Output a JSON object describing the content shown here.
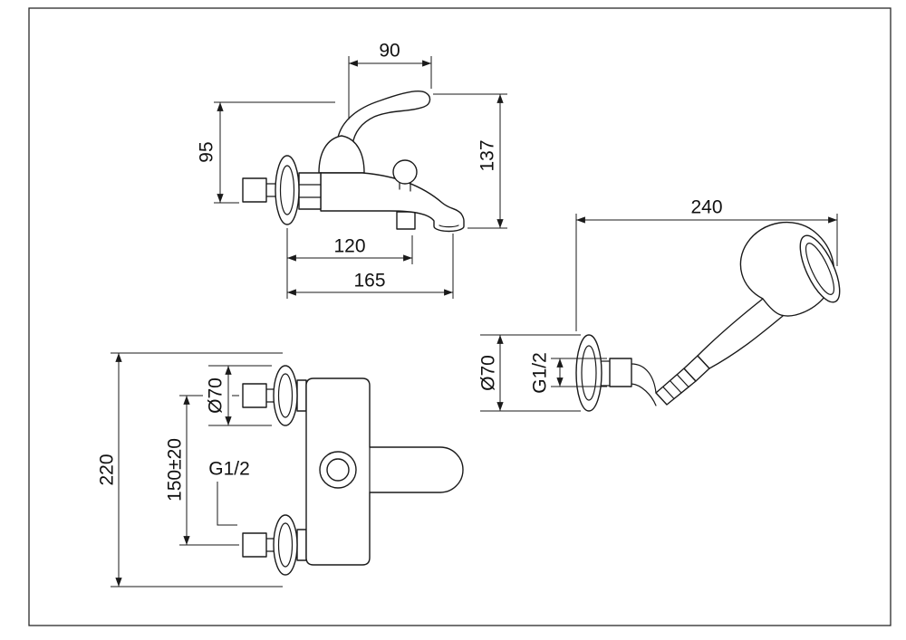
{
  "colors": {
    "background": "#ffffff",
    "line": "#1a1a1a"
  },
  "views": {
    "side_view": {
      "dims": {
        "handle_width": "90",
        "body_height": "95",
        "overall_height": "137",
        "spout_reach": "120",
        "overall_reach": "165"
      }
    },
    "front_view": {
      "dims": {
        "overall_height": "220",
        "inlet_spacing": "150±20",
        "flange_diameter": "Ø70",
        "thread": "G1/2"
      }
    },
    "shower_view": {
      "dims": {
        "overall_length": "240",
        "flange_diameter": "Ø70",
        "thread": "G1/2"
      }
    }
  }
}
